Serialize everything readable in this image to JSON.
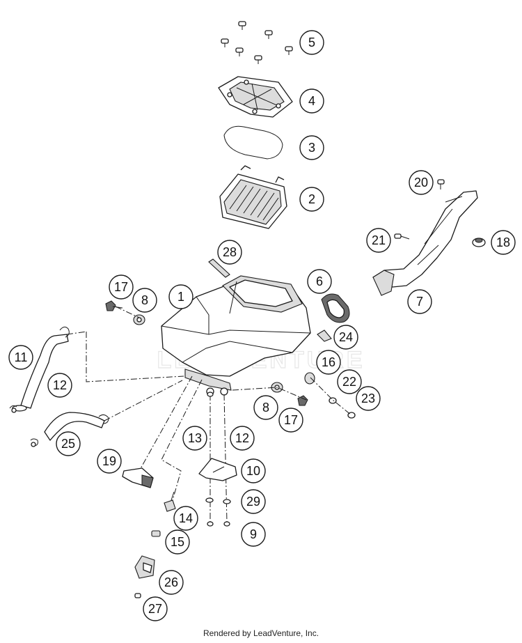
{
  "credit": "Rendered by LeadVenture, Inc.",
  "watermark": "LEADVENTURE",
  "callouts": [
    {
      "id": "5",
      "label": "5"
    },
    {
      "id": "4",
      "label": "4"
    },
    {
      "id": "3",
      "label": "3"
    },
    {
      "id": "2",
      "label": "2"
    },
    {
      "id": "20",
      "label": "20"
    },
    {
      "id": "21",
      "label": "21"
    },
    {
      "id": "18",
      "label": "18"
    },
    {
      "id": "28",
      "label": "28"
    },
    {
      "id": "6",
      "label": "6"
    },
    {
      "id": "7",
      "label": "7"
    },
    {
      "id": "17a",
      "label": "17"
    },
    {
      "id": "8a",
      "label": "8"
    },
    {
      "id": "1",
      "label": "1"
    },
    {
      "id": "24",
      "label": "24"
    },
    {
      "id": "11",
      "label": "11"
    },
    {
      "id": "16",
      "label": "16"
    },
    {
      "id": "12a",
      "label": "12"
    },
    {
      "id": "22",
      "label": "22"
    },
    {
      "id": "23",
      "label": "23"
    },
    {
      "id": "8b",
      "label": "8"
    },
    {
      "id": "17b",
      "label": "17"
    },
    {
      "id": "25",
      "label": "25"
    },
    {
      "id": "13",
      "label": "13"
    },
    {
      "id": "12b",
      "label": "12"
    },
    {
      "id": "19",
      "label": "19"
    },
    {
      "id": "10",
      "label": "10"
    },
    {
      "id": "29",
      "label": "29"
    },
    {
      "id": "14",
      "label": "14"
    },
    {
      "id": "9",
      "label": "9"
    },
    {
      "id": "15",
      "label": "15"
    },
    {
      "id": "26",
      "label": "26"
    },
    {
      "id": "27",
      "label": "27"
    }
  ]
}
